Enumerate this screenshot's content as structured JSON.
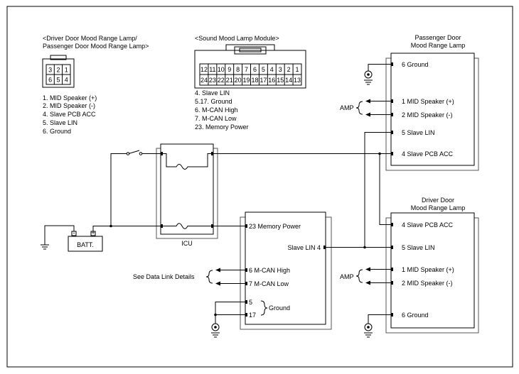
{
  "connectors": {
    "door_lamp": {
      "title_line1": "<Driver Door Mood Range Lamp/",
      "title_line2": "Passenger Door Mood Range Lamp>",
      "pins_top": [
        "3",
        "2",
        "1"
      ],
      "pins_bottom": [
        "6",
        "5",
        "4"
      ],
      "legend": [
        "1. MID Speaker (+)",
        "2. MID Speaker (-)",
        "4. Slave PCB ACC",
        "5. Slave LIN",
        "6. Ground"
      ]
    },
    "sound_module": {
      "title": "<Sound Mood Lamp Module>",
      "pins_top": [
        "12",
        "11",
        "10",
        "9",
        "8",
        "7",
        "6",
        "5",
        "4",
        "3",
        "2",
        "1"
      ],
      "pins_bottom": [
        "24",
        "23",
        "22",
        "21",
        "20",
        "19",
        "18",
        "17",
        "16",
        "15",
        "14",
        "13"
      ],
      "legend": [
        "4. Slave LIN",
        "5.17. Ground",
        "6. M-CAN High",
        "7. M-CAN Low",
        "23. Memory Power"
      ]
    }
  },
  "passenger_lamp": {
    "title_line1": "Passenger Door",
    "title_line2": "Mood Range Lamp",
    "pins": [
      "6 Ground",
      "1 MID Speaker (+)",
      "2 MID Speaker (-)",
      "5 Slave LIN",
      "4 Slave PCB ACC"
    ],
    "amp_label": "AMP"
  },
  "driver_lamp": {
    "title_line1": "Driver Door",
    "title_line2": "Mood Range Lamp",
    "pins": [
      "4 Slave PCB ACC",
      "5 Slave LIN",
      "1 MID Speaker (+)",
      "2 MID Speaker (-)",
      "6 Ground"
    ],
    "amp_label": "AMP"
  },
  "module": {
    "pin_memory": "23 Memory Power",
    "pin_lin": "Slave LIN 4",
    "pin_can_high": "6 M-CAN High",
    "pin_can_low": "7 M-CAN Low",
    "pin_5": "5",
    "pin_17": "17",
    "ground_label": "Ground",
    "data_link": "See Data Link Details"
  },
  "icu_label": "ICU",
  "battery": {
    "label": "BATT.",
    "minus": "-",
    "plus": "+"
  }
}
